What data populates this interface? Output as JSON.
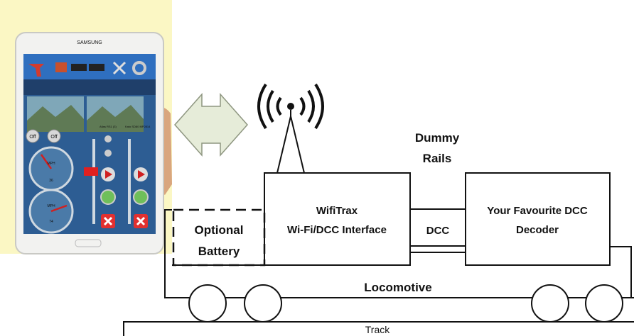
{
  "labels": {
    "dummy_rails_line1": "Dummy",
    "dummy_rails_line2": "Rails",
    "wifitrax_line1": "WifiTrax",
    "wifitrax_line2": "Wi-Fi/DCC Interface",
    "dcc": "DCC",
    "decoder_line1": "Your Favourite DCC",
    "decoder_line2": "Decoder",
    "battery_line1": "Optional",
    "battery_line2": "Battery",
    "locomotive": "Locomotive",
    "track": "Track"
  },
  "tablet_app": {
    "brand": "SAMSUNG",
    "panel_left_title": "Atlas RS1 (3)",
    "panel_right_title": "Kato SD80 MP2814",
    "btn_off_1": "Off",
    "btn_off_2": "Off",
    "gauge_1_unit": "MPH",
    "gauge_1_value": "36",
    "gauge_2_unit": "MPH",
    "gauge_2_value": "74"
  },
  "colors": {
    "tablet_bg": "#fbf7c4",
    "app_top_bar": "#2f6fbf",
    "app_panel": "#3a6ea8",
    "arrow_fill": "#e6ecd9"
  }
}
